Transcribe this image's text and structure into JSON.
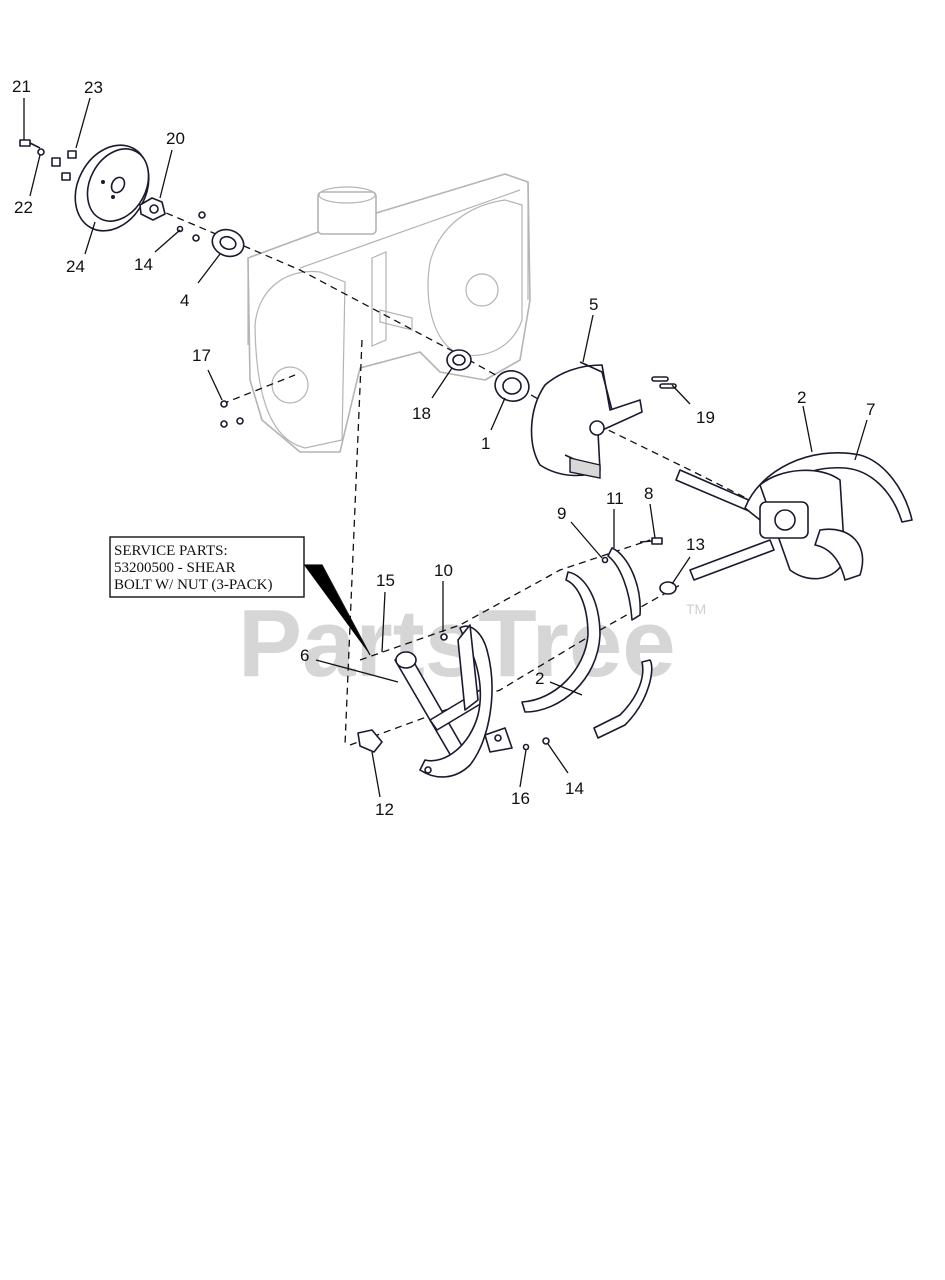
{
  "callouts": [
    "21",
    "23",
    "20",
    "22",
    "24",
    "14",
    "4",
    "17",
    "18",
    "1",
    "5",
    "19",
    "2",
    "7",
    "9",
    "11",
    "8",
    "13",
    "15",
    "10",
    "6",
    "2",
    "16",
    "14",
    "12"
  ],
  "note": {
    "line1": "SERVICE PARTS:",
    "line2": "53200500 - SHEAR",
    "line3": "BOLT W/ NUT (3-PACK)"
  },
  "watermark": {
    "text": "PartsTree",
    "tm": "TM"
  }
}
